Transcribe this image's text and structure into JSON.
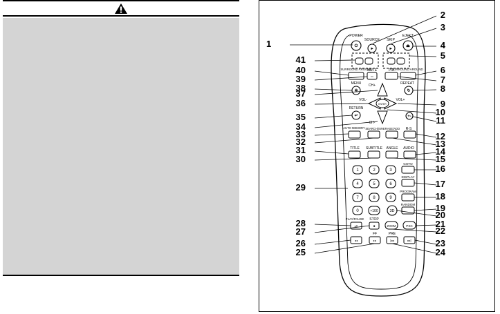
{
  "warning": {
    "icon": "warning-triangle-icon"
  },
  "remote": {
    "top_labels": {
      "power": "POWER",
      "source": "SOURCE",
      "skip": "SKIP",
      "eject": "EJECT"
    },
    "buttons": {
      "surround_around_left": "SURROUND AROUND",
      "mute": "MUTE",
      "pix": "PIX",
      "surround_around_right": "SURROUND AROUND",
      "menu": "MENU",
      "repeat": "REPEAT",
      "ch_plus": "CH+",
      "vol_minus": "VOL-",
      "vol_plus": "VOL+",
      "enter": "ENTER",
      "return": "RETURN",
      "ch_minus": "CH-",
      "auto_memory": "AUTO MEMORY",
      "search_sw": "SEARCH/SW",
      "erase_add": "ERASE/ADD",
      "rs": "R-S",
      "title": "TITLE",
      "subtitle": "SUBTITLE",
      "angle": "ANGLE",
      "audio": "AUDIO",
      "goto": "GOTO",
      "display": "DISPLAY",
      "program": "PROGRAM",
      "random": "RANDOM",
      "play_pause": "PLAY/PAUSE",
      "stop": "STOP",
      "zoom": "ZOOM",
      "psc": "PSC",
      "ff": "FF",
      "pre": "PRE",
      "plus100": "+100",
      "3d": "3D"
    },
    "digits": [
      "1",
      "2",
      "3",
      "4",
      "5",
      "6",
      "7",
      "8",
      "9",
      "0"
    ],
    "callouts": [
      "1",
      "2",
      "3",
      "4",
      "5",
      "6",
      "7",
      "8",
      "9",
      "10",
      "11",
      "12",
      "13",
      "14",
      "15",
      "16",
      "17",
      "18",
      "19",
      "20",
      "21",
      "22",
      "23",
      "24",
      "25",
      "26",
      "27",
      "28",
      "29",
      "30",
      "31",
      "32",
      "33",
      "34",
      "35",
      "36",
      "37",
      "38",
      "39",
      "40",
      "41"
    ]
  }
}
